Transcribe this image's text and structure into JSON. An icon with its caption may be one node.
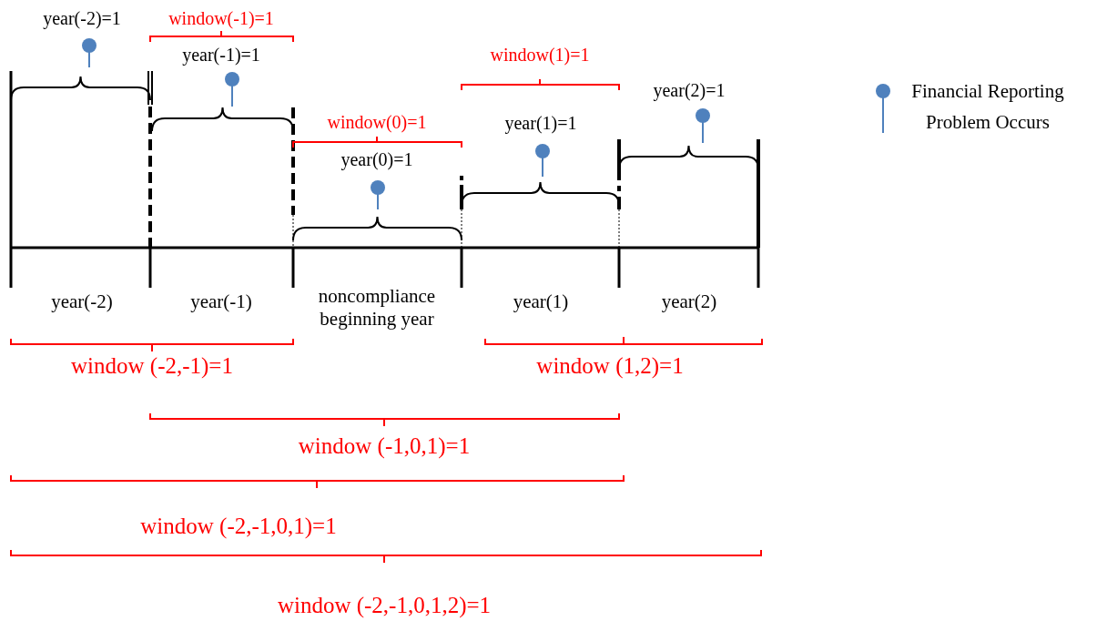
{
  "diagram": {
    "labels": [
      "year(-2)=1",
      "window(-1)=1",
      "year(-1)=1",
      "window(1)=1",
      "year(2)=1",
      "window(0)=1",
      "year(1)=1",
      "year(0)=1",
      "year(-2)",
      "year(-1)",
      "noncompliance beginning year",
      "year(1)",
      "year(2)",
      "window (-2,-1)=1",
      "window (1,2)=1",
      "window (-1,0,1)=1",
      "window (-2,-1,0,1)=1",
      "window (-2,-1,0,1,2)=1"
    ],
    "legend": [
      {
        "text": "Financial Reporting Problem Occurs"
      }
    ]
  }
}
